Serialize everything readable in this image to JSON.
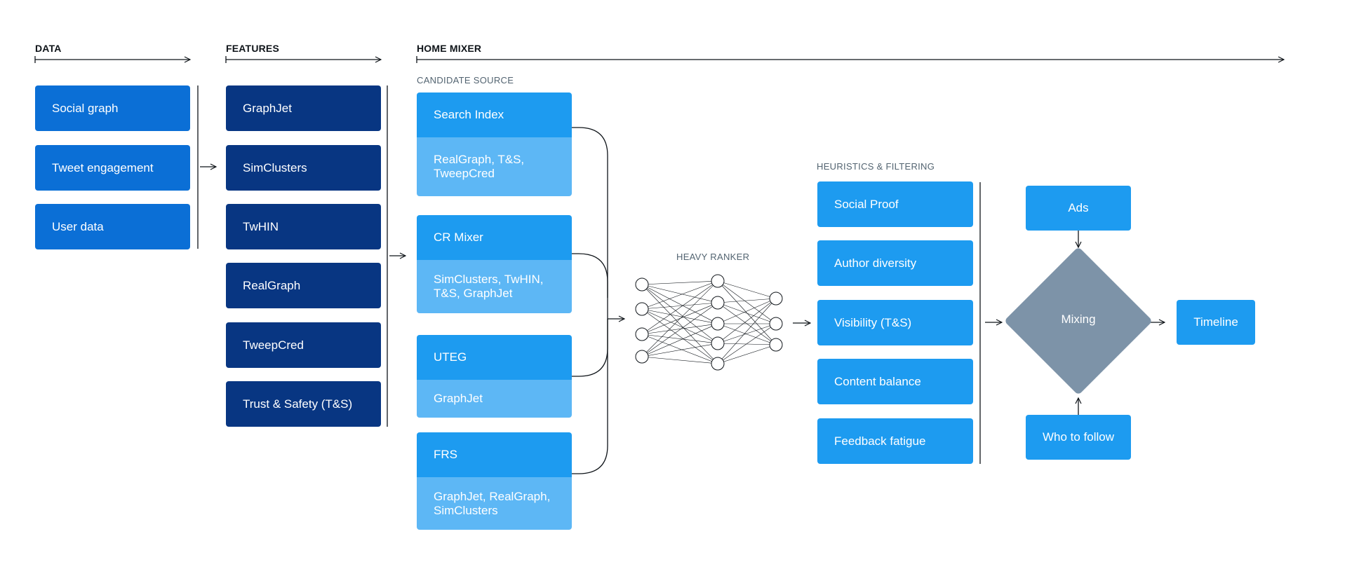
{
  "sections": {
    "data": "DATA",
    "features": "FEATURES",
    "home_mixer": "HOME MIXER"
  },
  "subsections": {
    "candidate_source": "CANDIDATE SOURCE",
    "heavy_ranker": "HEAVY RANKER",
    "heuristics": "HEURISTICS & FILTERING"
  },
  "data_items": [
    "Social graph",
    "Tweet engagement",
    "User data"
  ],
  "feature_items": [
    "GraphJet",
    "SimClusters",
    "TwHIN",
    "RealGraph",
    "TweepCred",
    "Trust & Safety (T&S)"
  ],
  "candidate_sources": [
    {
      "name": "Search Index",
      "inputs": "RealGraph, T&S, TweepCred"
    },
    {
      "name": "CR Mixer",
      "inputs": "SimClusters, TwHIN, T&S, GraphJet"
    },
    {
      "name": "UTEG",
      "inputs": "GraphJet"
    },
    {
      "name": "FRS",
      "inputs": "GraphJet, RealGraph, SimClusters"
    }
  ],
  "heuristics_items": [
    "Social Proof",
    "Author diversity",
    "Visibility (T&S)",
    "Content balance",
    "Feedback fatigue"
  ],
  "mixing": {
    "label": "Mixing",
    "ads": "Ads",
    "who_to_follow": "Who to follow",
    "timeline": "Timeline"
  },
  "colors": {
    "data_box": "#0b6fd6",
    "feature_box": "#083682",
    "source_header": "#1d9bf0",
    "source_inputs": "#5db7f5",
    "heuristic_box": "#1d9bf0",
    "mixing_diamond": "#7d93a8"
  }
}
